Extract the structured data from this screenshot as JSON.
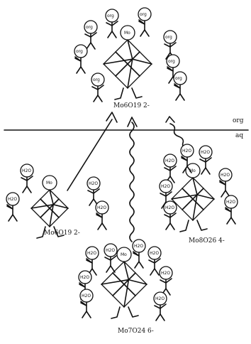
{
  "phase_labels": {
    "organic": "org",
    "aqueous": "aq"
  },
  "species": {
    "top": "Mo6O19 2-",
    "left": "Mo6O19 2-",
    "right": "Mo8O26 4-",
    "bottom": "Mo7O24 6-"
  },
  "figure_labels": {
    "org": "org",
    "water": "H2O",
    "mo": "Mo"
  }
}
